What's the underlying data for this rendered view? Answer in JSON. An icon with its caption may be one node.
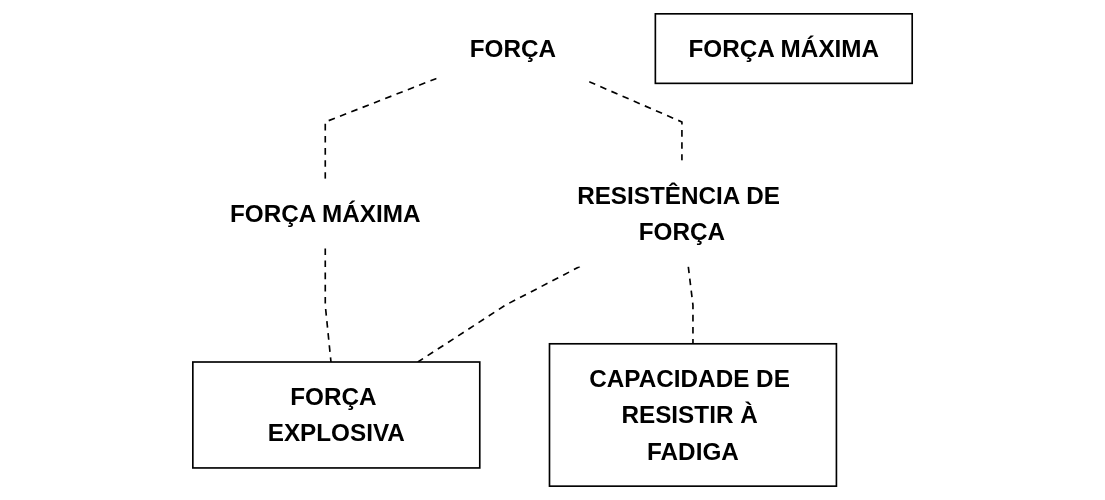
{
  "diagram": {
    "nodes": [
      {
        "text": [
          "FORÇA"
        ]
      },
      {
        "text": [
          "FORÇA MÁXIMA"
        ]
      },
      {
        "text": [
          "RESISTÊNCIA DE FORÇA"
        ]
      },
      {
        "text": [
          "FORÇA EXPLOSIVA"
        ]
      },
      {
        "text": [
          "FORÇA MÁXIMA"
        ]
      },
      {
        "text": [
          "CAPACIDADE DE RESISTIR À FADIGA"
        ]
      }
    ],
    "edges": [
      {
        "from": 0,
        "to": 1,
        "arrow": "none",
        "style": "dashed"
      },
      {
        "from": 0,
        "to": 2,
        "arrow": "none",
        "style": "dashed"
      },
      {
        "from": 1,
        "to": 3,
        "arrow": "none",
        "style": "dashed"
      },
      {
        "from": 2,
        "to": 3,
        "arrow": "none",
        "style": "dashed"
      },
      {
        "from": 2,
        "to": 5,
        "arrow": "none",
        "style": "dashed"
      }
    ]
  }
}
